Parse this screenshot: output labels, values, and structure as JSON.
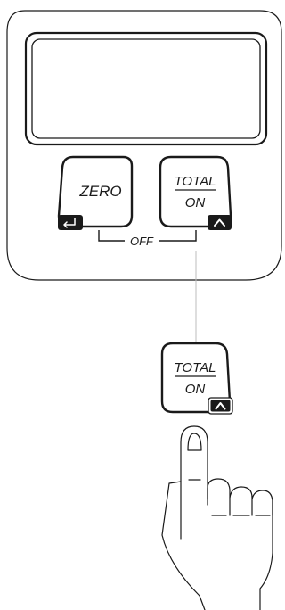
{
  "device": {
    "zero_label": "ZERO",
    "total_label": "TOTAL",
    "on_label": "ON",
    "off_label": "OFF",
    "enter_icon": "enter-icon",
    "up_icon": "chevron-up-icon"
  },
  "callout": {
    "total_label": "TOTAL",
    "on_label": "ON",
    "up_icon": "chevron-up-icon"
  },
  "colors": {
    "outline": "#1a1a1a",
    "housing_fill": "#ffffff",
    "icon_fill": "#1a1a1a",
    "leader_line": "#bdbdbd"
  }
}
